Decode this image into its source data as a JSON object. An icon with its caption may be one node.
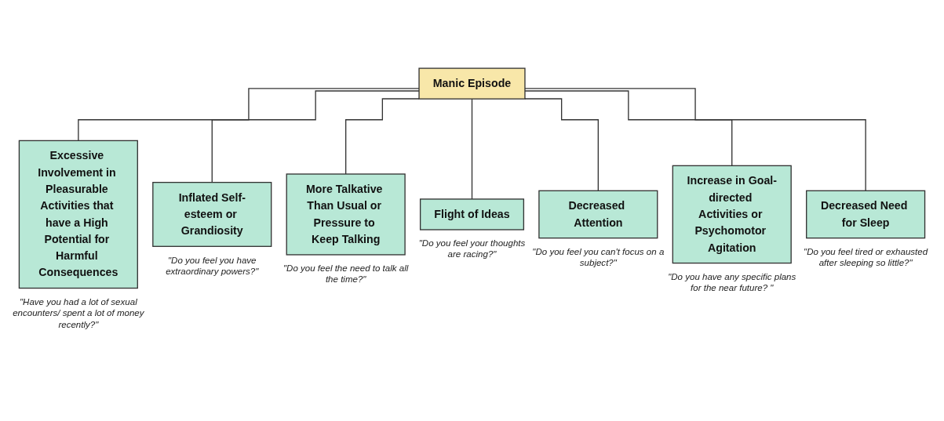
{
  "diagram": {
    "nodes": [
      {
        "text": [
          "Manic Episode"
        ]
      },
      {
        "text": [
          "Excessive Involvement in Pleasurable Activities that have a High Potential for Harmful Consequences"
        ],
        "beside": [
          "\"Have you had a lot of sexual encounters/ spent a lot of money recently?\""
        ]
      },
      {
        "text": [
          "Inflated Self-esteem or Grandiosity"
        ],
        "beside": [
          "\"Do you feel you have extraordinary powers?\""
        ]
      },
      {
        "text": [
          "More Talkative Than Usual or Pressure to Keep Talking"
        ],
        "beside": [
          "\"Do you feel the need to talk all the time?\""
        ]
      },
      {
        "text": [
          "Flight of Ideas"
        ],
        "beside": [
          "\"Do you feel your thoughts are racing?\""
        ]
      },
      {
        "text": [
          "Decreased Attention"
        ],
        "beside": [
          "\"Do you feel you can't focus on a subject?\""
        ]
      },
      {
        "text": [
          "Increase in Goal-directed Activities or Psychomotor Agitation"
        ],
        "beside": [
          "\"Do you have any specific plans for the near future? \""
        ]
      },
      {
        "text": [
          "Decreased Need for Sleep"
        ],
        "beside": [
          "\"Do you feel tired or exhausted after sleeping so little?\""
        ]
      }
    ],
    "edges": [
      {
        "from": 0,
        "to": 1,
        "arrow": "none"
      },
      {
        "from": 0,
        "to": 2,
        "arrow": "none"
      },
      {
        "from": 0,
        "to": 3,
        "arrow": "none"
      },
      {
        "from": 0,
        "to": 4,
        "arrow": "none"
      },
      {
        "from": 0,
        "to": 5,
        "arrow": "none"
      },
      {
        "from": 0,
        "to": 6,
        "arrow": "none"
      },
      {
        "from": 0,
        "to": 7,
        "arrow": "none"
      }
    ]
  }
}
